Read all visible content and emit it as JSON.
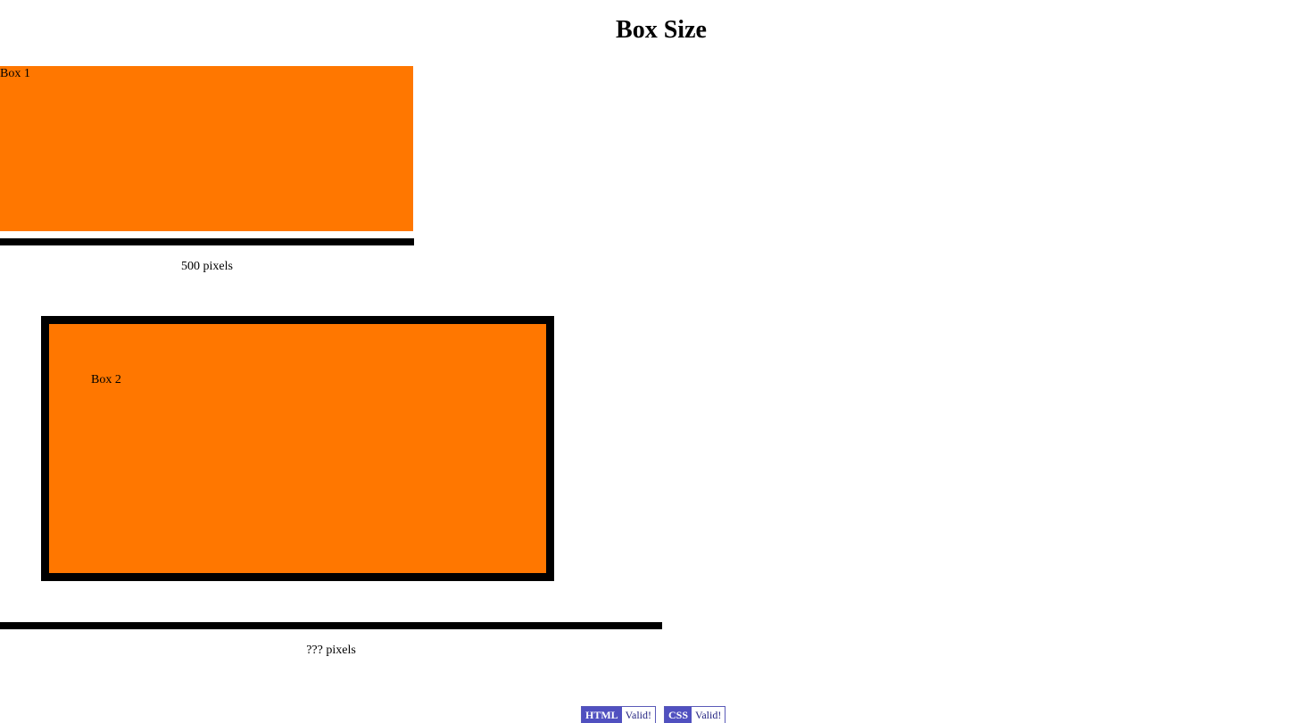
{
  "page": {
    "title": "Box Size"
  },
  "box1": {
    "label": "Box 1",
    "measure_label": "500 pixels"
  },
  "box2": {
    "label": "Box 2",
    "measure_label": "??? pixels"
  },
  "colors": {
    "box_fill": "#ff7700",
    "border": "#000000",
    "badge_key": "#5050c0"
  },
  "badges": [
    {
      "key": "HTML",
      "value": "Valid!"
    },
    {
      "key": "CSS",
      "value": "Valid!"
    }
  ]
}
